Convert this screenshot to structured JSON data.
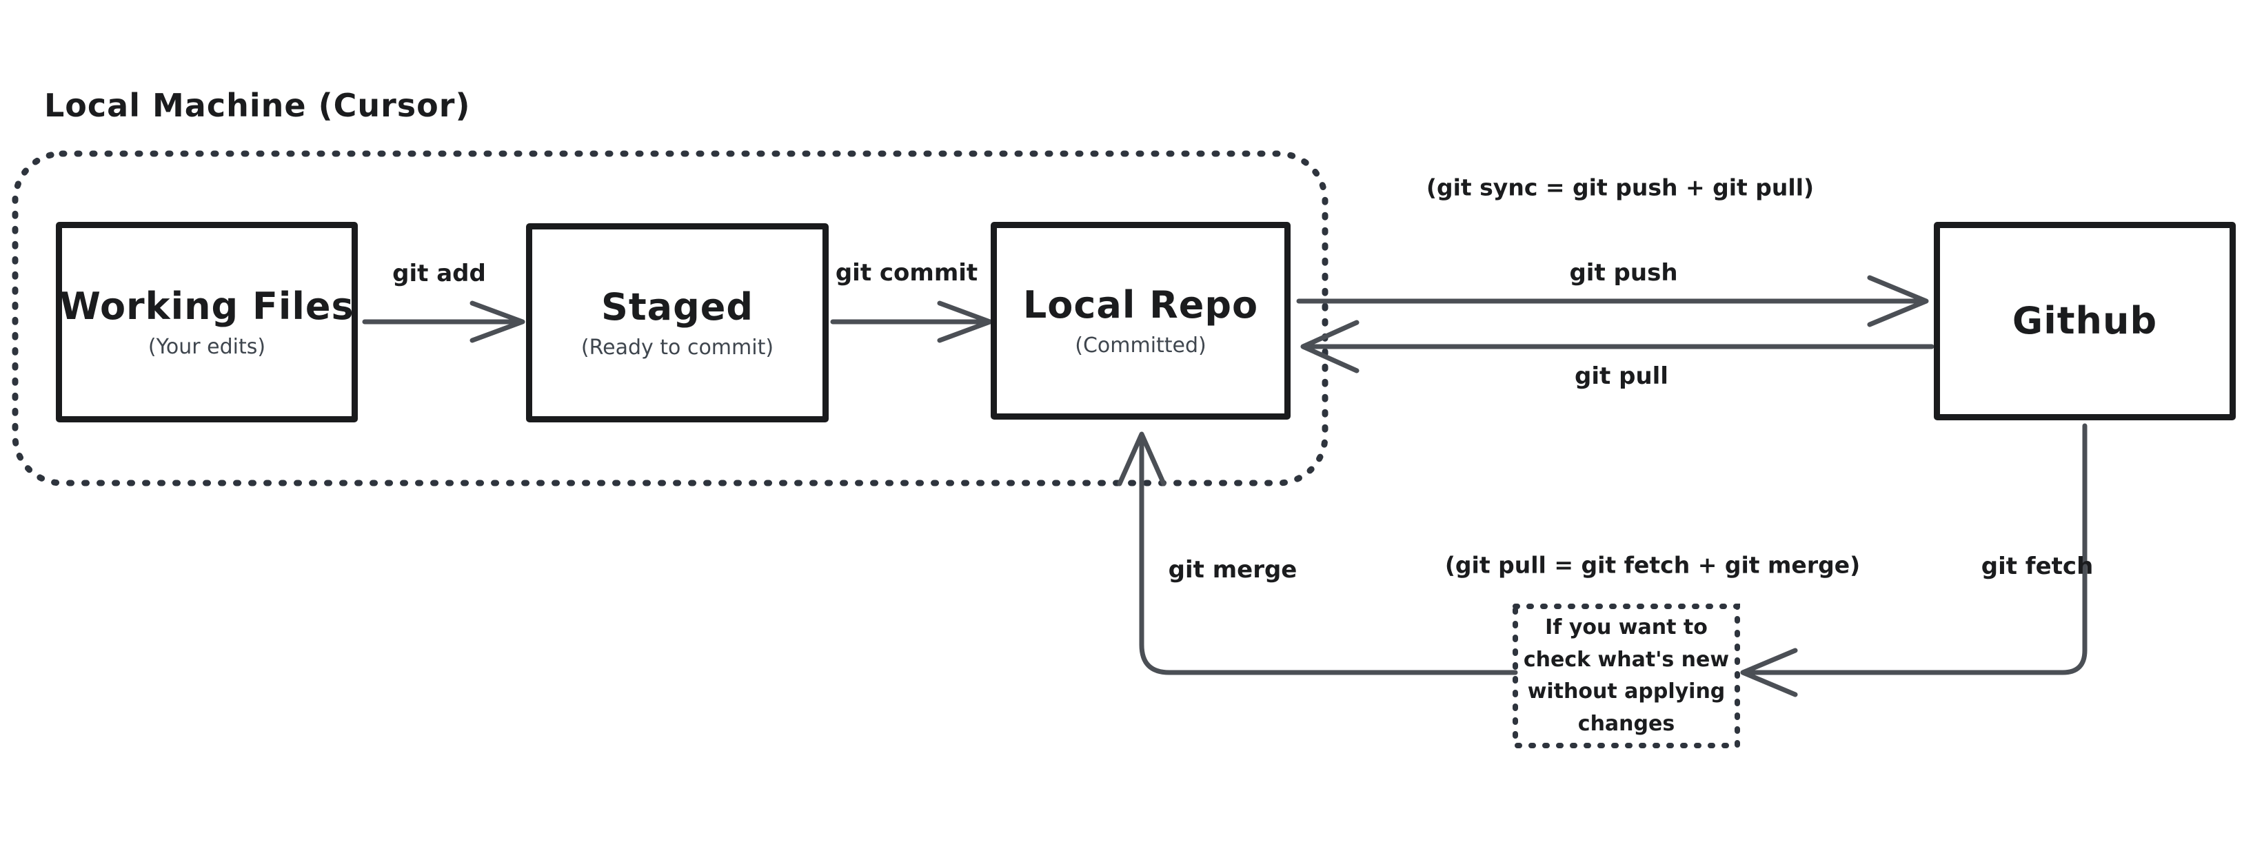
{
  "title": "Local Machine (Cursor)",
  "nodes": {
    "working_files": {
      "label": "Working Files",
      "sublabel": "(Your edits)"
    },
    "staged": {
      "label": "Staged",
      "sublabel": "(Ready to commit)"
    },
    "local_repo": {
      "label": "Local Repo",
      "sublabel": "(Committed)"
    },
    "github": {
      "label": "Github"
    },
    "note": {
      "text": "If you want to check what's new without applying changes"
    }
  },
  "edges": {
    "git_add": "git add",
    "git_commit": "git commit",
    "git_push": "git push",
    "git_pull": "git pull",
    "git_fetch": "git fetch",
    "git_merge": "git merge",
    "sync_equation": "(git sync = git push + git pull)",
    "pull_equation": "(git pull = git fetch + git merge)"
  },
  "colors": {
    "background": "#ffffff",
    "box_border": "#1a1b1d",
    "arrow": "#4b4f55",
    "dotted_outline": "#2e343d",
    "text_primary": "#1b1c1e",
    "text_secondary": "#3f464e"
  }
}
